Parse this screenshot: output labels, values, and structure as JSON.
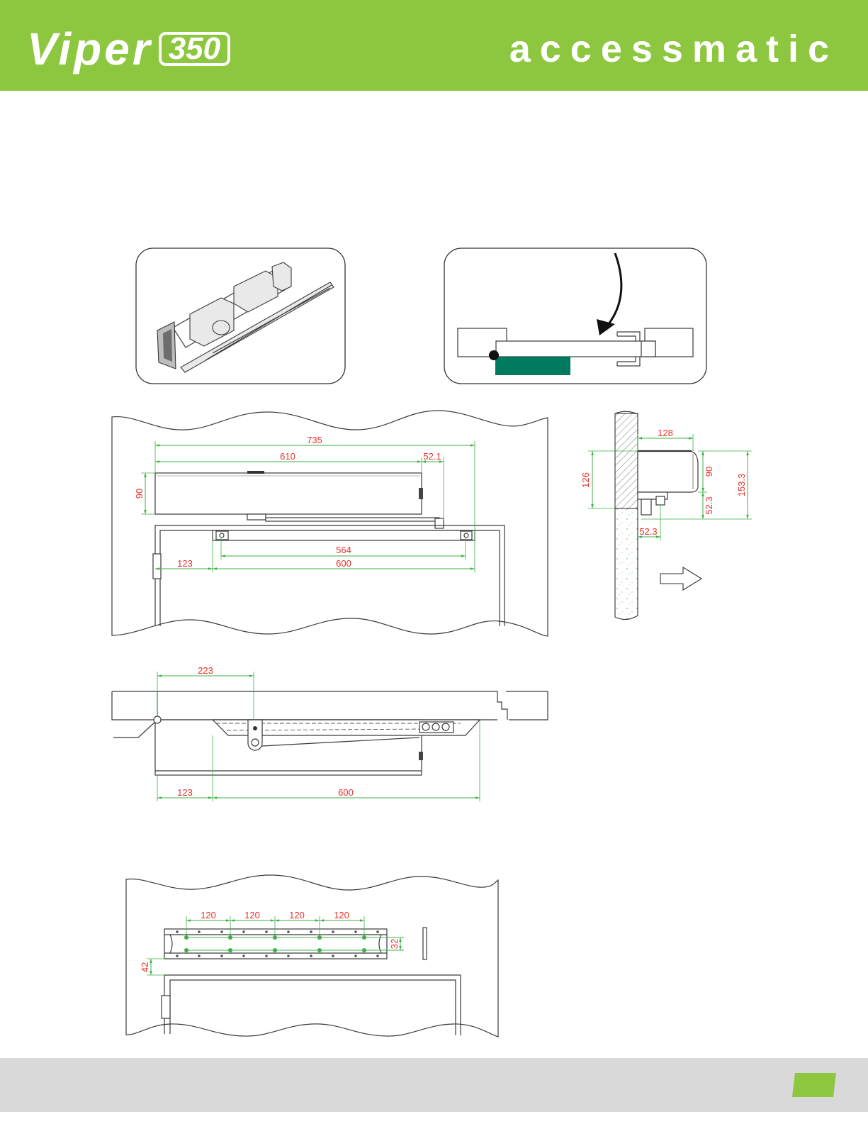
{
  "header": {
    "logo_left": {
      "name": "Viper",
      "model": "350"
    },
    "logo_right": "accessmatic"
  },
  "front_view": {
    "overall_length": "735",
    "body_length": "610",
    "arm_offset": "52.1",
    "body_height": "90",
    "track_hole_spacing": "564",
    "track_length": "600",
    "hinge_offset": "123"
  },
  "side_view": {
    "body_depth": "128",
    "mount_height": "126",
    "body_height": "90",
    "total_height": "153.3",
    "arm_height": "52.3",
    "arm_depth": "52.3"
  },
  "top_view": {
    "pivot_distance": "223",
    "hinge_offset": "123",
    "track_length": "600"
  },
  "mounting_plate": {
    "hole_spacing": [
      "120",
      "120",
      "120",
      "120"
    ],
    "row_spacing": "32",
    "frame_offset": "42"
  },
  "icons": {
    "swing_arrow": "curved-arrow-icon",
    "direction_arrow": "right-arrow-icon"
  },
  "colors": {
    "brand_green": "#8dc63f",
    "footer_gray": "#d9d9d9",
    "dimension_line": "#3cb043",
    "dimension_text": "#e8302a",
    "door_green": "#007a5e"
  }
}
